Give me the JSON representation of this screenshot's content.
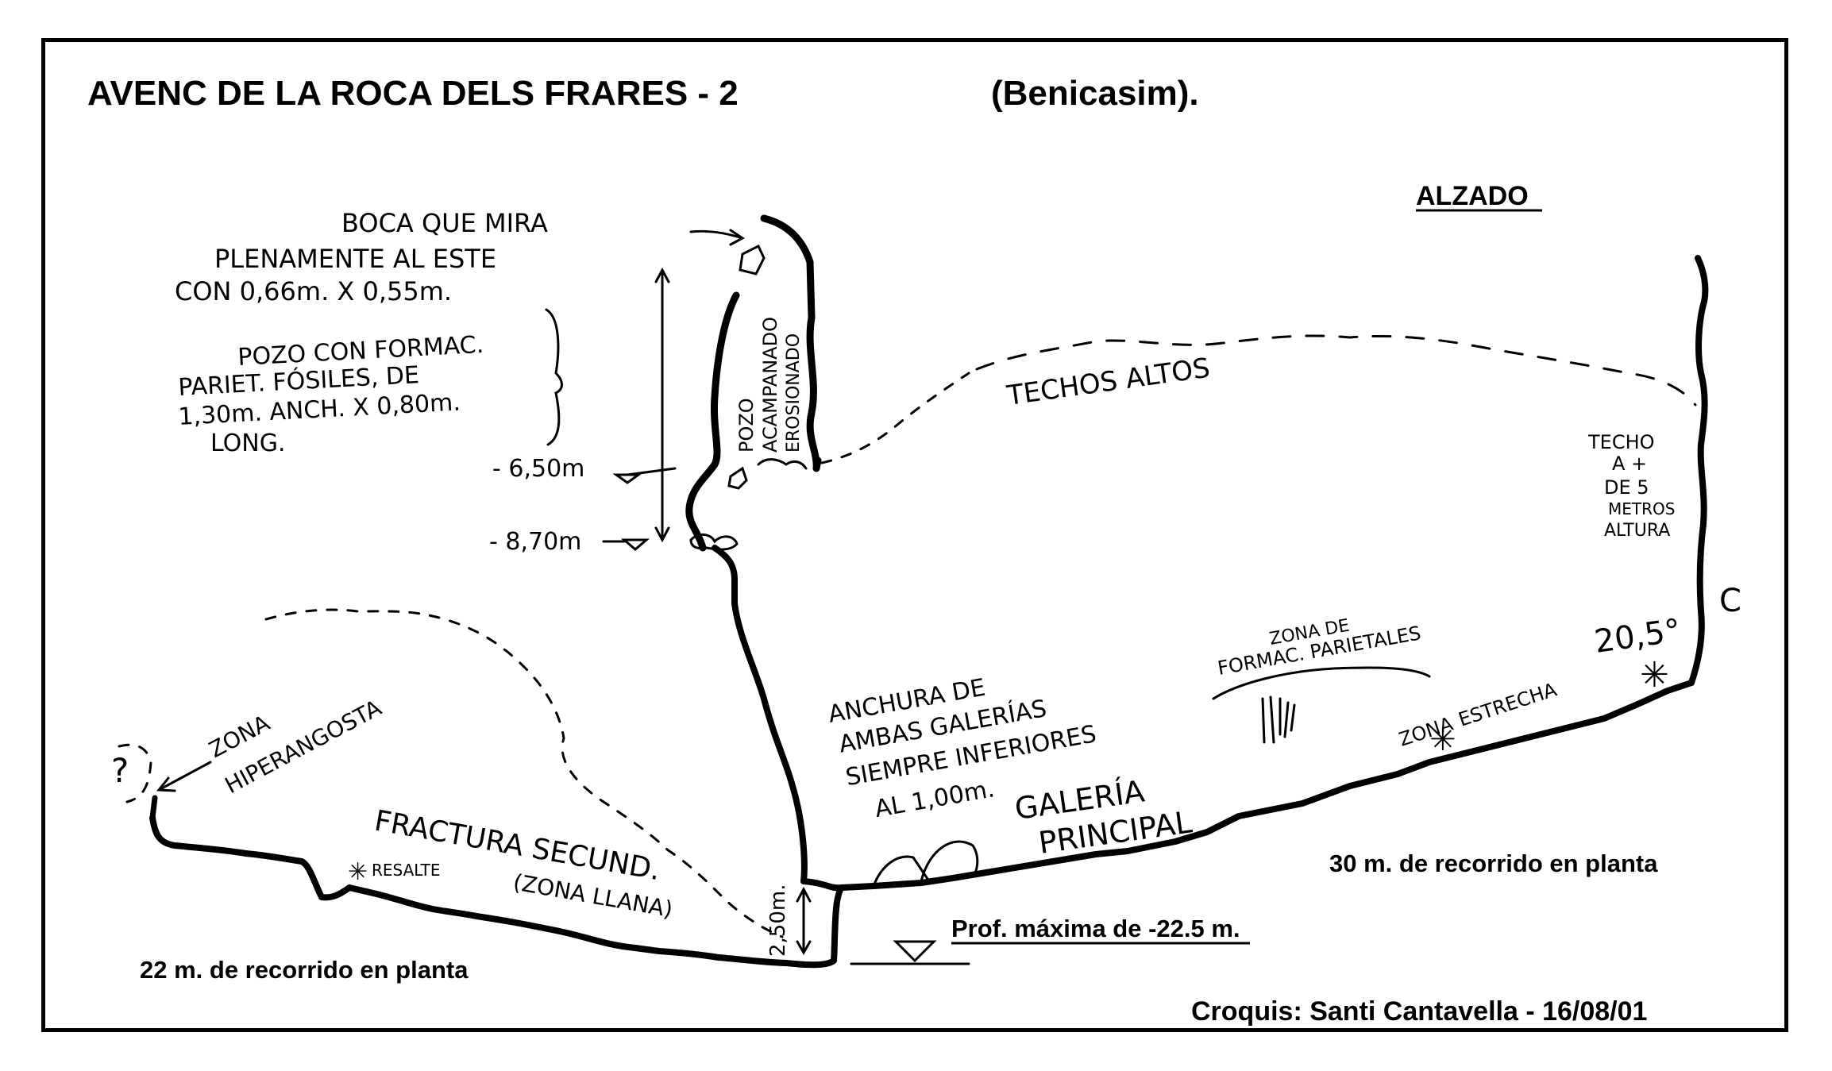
{
  "title": "AVENC  DE  LA  ROCA  DELS  FRARES - 2",
  "subtitle": "(Benicasim).",
  "view_label": "ALZADO",
  "notes": {
    "boca": [
      "BOCA QUE MIRA",
      "PLENAMENTE AL ESTE",
      "CON 0,66m. X 0,55m."
    ],
    "pozo": [
      "POZO CON FORMAC.",
      "PARIET. FÓSILES, DE",
      "1,30m. ANCH. X 0,80m.",
      "LONG."
    ],
    "pozo_vertical": [
      "POZO",
      "ACAMPANADO",
      "EROSIONADO"
    ],
    "techos_altos": "TECHOS  ALTOS",
    "techo": [
      "TECHO",
      "A +",
      "DE 5",
      "METROS",
      "ALTURA"
    ],
    "temperature": "20,5°",
    "celsius": "C",
    "anchura": [
      "ANCHURA DE",
      "AMBAS GALERÍAS",
      "SIEMPRE INFERIORES",
      "AL 1,00m."
    ],
    "zona_formac": [
      "ZONA DE",
      "FORMAC. PARIETALES"
    ],
    "zona_estrecha": [
      "ZONA",
      "ESTRECHA"
    ],
    "galeria": [
      "GALERÍA",
      "PRINCIPAL"
    ],
    "zona_hiperangosta": [
      "ZONA",
      "HIPERANGOSTA"
    ],
    "question_mark": "?",
    "fractura": "FRACTURA  SECUND.",
    "zona_llana": "(ZONA  LLANA)",
    "resalte": "RESALTE",
    "step_height": "2,50m."
  },
  "depths": [
    {
      "label": "- 6,50m"
    },
    {
      "label": "- 8,70m"
    }
  ],
  "max_depth": "Prof. máxima de -22.5 m.",
  "left_recorrido": "22 m. de recorrido en planta",
  "right_recorrido": "30 m. de recorrido en planta",
  "credits": "Croquis:  Santi Cantavella   -   16/08/01"
}
